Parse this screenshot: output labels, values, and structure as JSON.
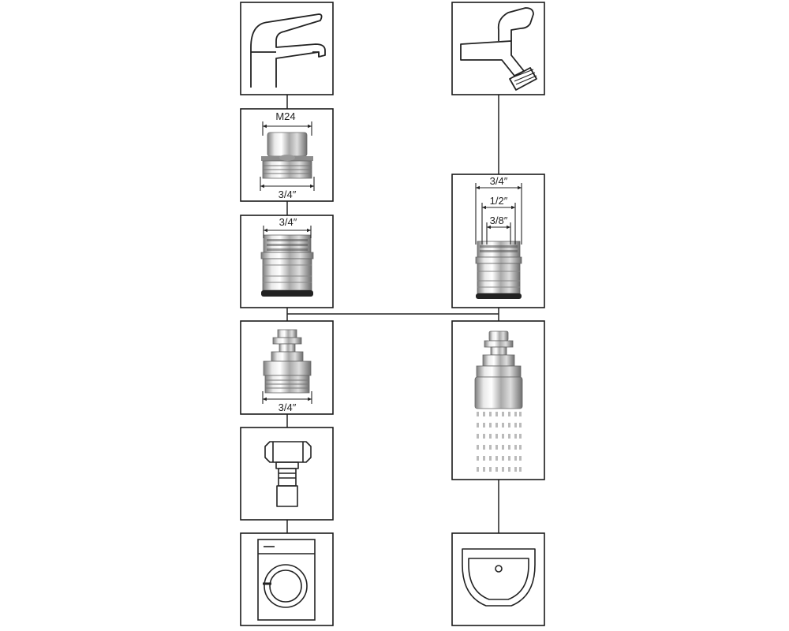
{
  "labels": {
    "aerator_top": "M24",
    "aerator_bottom": "3/4″",
    "quick_female_top": "3/4″",
    "nipple_bottom": "3/4″",
    "multi_outer": "3/4″",
    "multi_middle": "1/2″",
    "multi_inner": "3/8″"
  },
  "colors": {
    "stroke": "#222222",
    "frame": "#1a1a1a",
    "chrome_light": "#f2f2f2",
    "chrome_dark": "#8a8a8a"
  },
  "icons": [
    "mixer-faucet-icon",
    "wall-tap-icon",
    "aerator-adapter-icon",
    "quick-connector-female-icon",
    "multi-thread-connector-icon",
    "nipple-adapter-icon",
    "spray-nozzle-icon",
    "hose-fitting-icon",
    "washing-machine-icon",
    "sink-basin-icon"
  ]
}
